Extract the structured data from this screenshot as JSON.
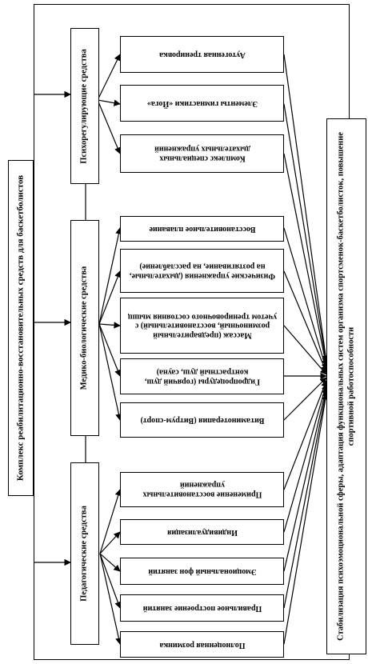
{
  "main_box": {
    "label": "Комплекс реабилитационно-восстановительных средств для баскетболистов"
  },
  "result_box": {
    "label": "Стабилизация психоэмоциональной сферы, адаптация функциональных систем организма спортсменок-баскетболисток, повышение спортивной работоспособности"
  },
  "groups": [
    {
      "label": "Психорегулирующие средства"
    },
    {
      "label": "Медико-биологические средства"
    },
    {
      "label": "Педагогические средства"
    }
  ],
  "items": [
    {
      "label": "Аутогенная тренировка"
    },
    {
      "label": "Элементы гимнастики «Йога»"
    },
    {
      "label": "Комплекс специальных дыхательных упражнений"
    },
    {
      "label": "Восстановительное плавание"
    },
    {
      "label": "Физические упражнения (дыхательные, на розтягивание, на расслабление)"
    },
    {
      "label": "Массаж (предварительный розминочный, восстановительный) с учетом тренировочного состояния мышц"
    },
    {
      "label": "Гидропроцедуры (горячий душ, контрастный душ, сауна)"
    },
    {
      "label": "Витаминотерапия (Витрум-спорт)"
    },
    {
      "label": "Применение восстановительных упражнений"
    },
    {
      "label": "Индивидуализация"
    },
    {
      "label": "Эмоциональный фон занятий"
    },
    {
      "label": "Правильное построение занятий"
    },
    {
      "label": "Полноценная розминка"
    }
  ]
}
